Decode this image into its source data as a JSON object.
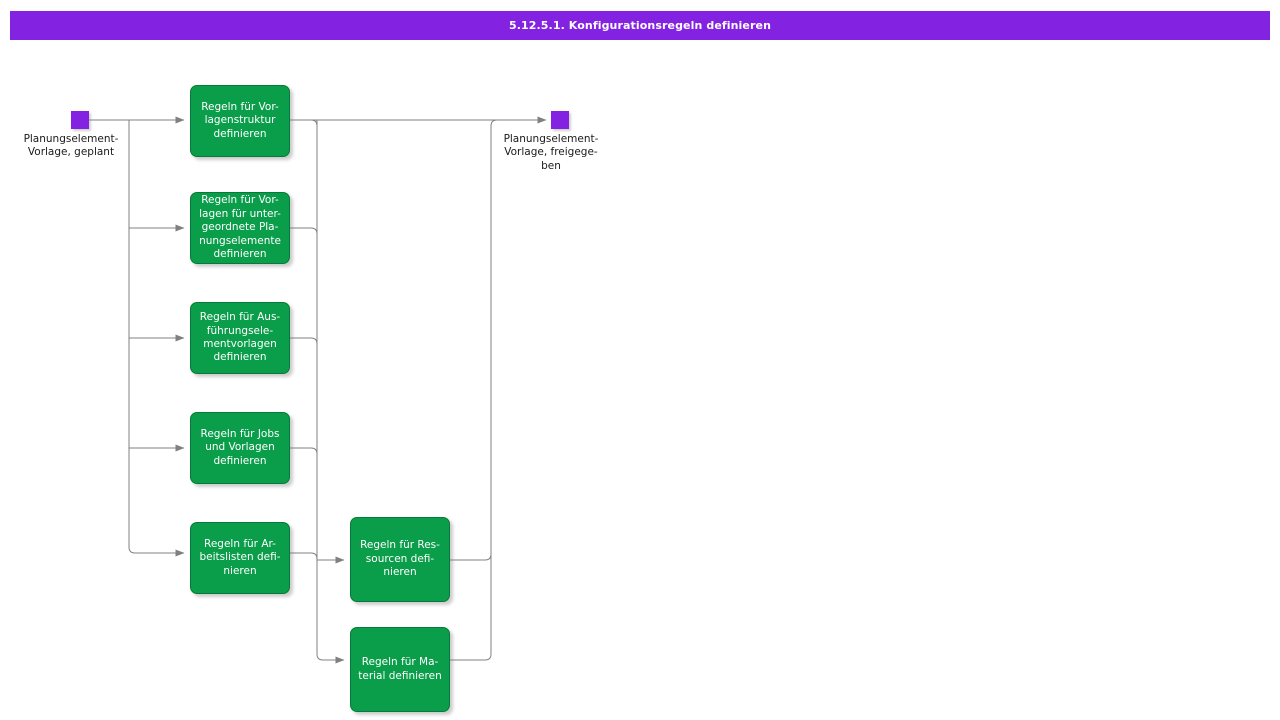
{
  "title_bar": {
    "text": "5.12.5.1. Konfigurationsregeln definieren",
    "background_color": "#8322e0",
    "text_color": "#ffffff"
  },
  "theme": {
    "process_fill": "#0a9d4a",
    "process_border": "#077a3a",
    "process_text": "#ffffff",
    "terminator_fill": "#8322e0",
    "connector_color": "#808080",
    "canvas_background": "#ffffff",
    "label_text": "#1a1a1a"
  },
  "diagram": {
    "type": "flowchart",
    "start_node": {
      "name": "planungselement-vorlage-geplant",
      "label": "Planungselement-\nVorlage, geplant",
      "shape": "square",
      "color": "#8322e0"
    },
    "end_node": {
      "name": "planungselement-vorlage-freigegeben",
      "label": "Planungselement-\nVorlage, freigege-\nben",
      "shape": "square",
      "color": "#8322e0"
    },
    "process_boxes": [
      {
        "id": "vorlagenstruktur",
        "label": "Regeln für Vor-\nlagenstruktur\ndefinieren",
        "column": 1
      },
      {
        "id": "untergeordnete",
        "label": "Regeln für Vor-\nlagen für unter-\ngeordnete Pla-\nnungselemente\ndefinieren",
        "column": 1
      },
      {
        "id": "ausfuehrungselement",
        "label": "Regeln für Aus-\nführungsele-\nmentvorlagen\ndefinieren",
        "column": 1
      },
      {
        "id": "jobs-vorlagen",
        "label": "Regeln für Jobs\nund Vorlagen\ndefinieren",
        "column": 1
      },
      {
        "id": "arbeitslisten",
        "label": "Regeln für Ar-\nbeitslisten defi-\nnieren",
        "column": 1
      },
      {
        "id": "ressourcen",
        "label": "Regeln für Res-\nsourcen defi-\nnieren",
        "column": 2
      },
      {
        "id": "material",
        "label": "Regeln für Ma-\nterial definieren",
        "column": 2
      }
    ]
  }
}
